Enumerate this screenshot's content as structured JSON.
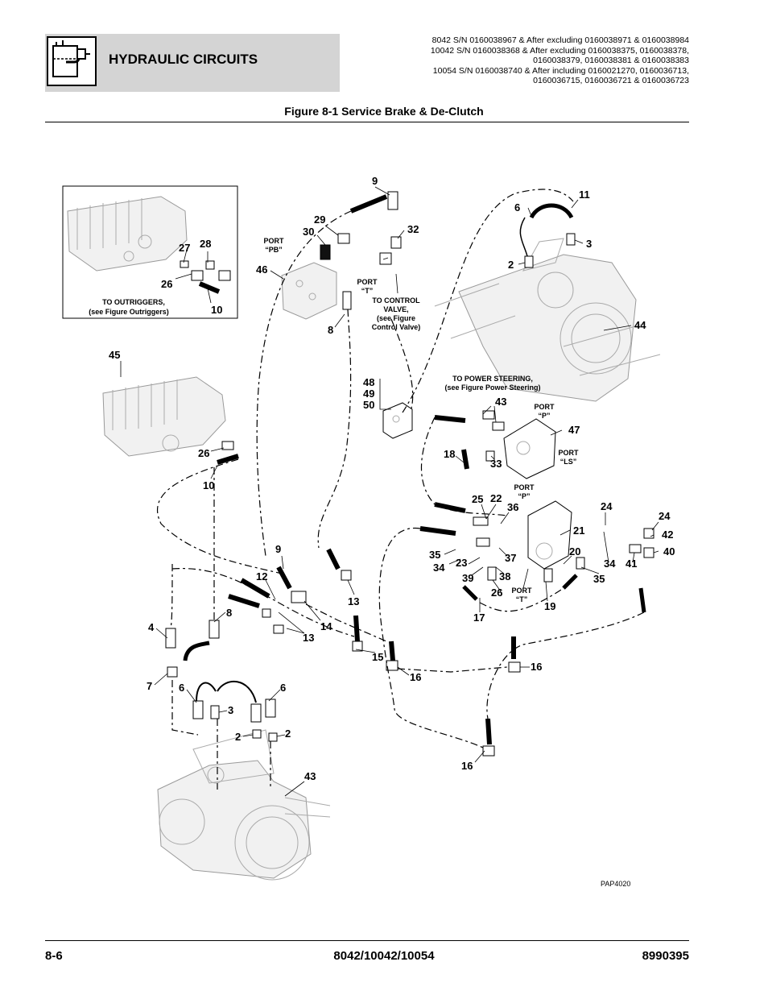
{
  "header": {
    "section_title": "HYDRAULIC CIRCUITS",
    "serial_lines": [
      "8042 S/N 0160038967 & After excluding 0160038971 & 0160038984",
      "10042 S/N 0160038368 & After excluding 0160038375, 0160038378,",
      "0160038379, 0160038381 & 0160038383",
      "10054 S/N 0160038740 & After including 0160021270, 0160036713,",
      "0160036715, 0160036721 & 0160036723"
    ]
  },
  "figure": {
    "title": "Figure 8-1 Service Brake & De-Clutch",
    "reference_code": "PAP4020"
  },
  "annotations": {
    "to_outriggers": [
      "TO OUTRIGGERS,",
      "(see Figure Outriggers)"
    ],
    "to_control_valve": [
      "TO CONTROL",
      "VALVE,",
      "(see Figure",
      "Control Valve)"
    ],
    "to_power_steering": [
      "TO POWER STEERING,",
      "(see Figure Power Steering)"
    ],
    "port_pb": [
      "PORT",
      "“PB”"
    ],
    "port_t_top": [
      "PORT",
      "“T”"
    ],
    "port_p_upper": [
      "PORT",
      "“P”"
    ],
    "port_ls": [
      "PORT",
      "“LS”"
    ],
    "port_p_lower": [
      "PORT",
      "“P”"
    ],
    "port_t_lower": [
      "PORT",
      "“T”"
    ]
  },
  "callouts": {
    "c9a": "9",
    "c11": "11",
    "c6a": "6",
    "c29": "29",
    "c30": "30",
    "c32": "32",
    "c3a": "3",
    "c2a": "2",
    "c46": "46",
    "c8a": "8",
    "c44": "44",
    "c27": "27",
    "c28": "28",
    "c26a": "26",
    "c10a": "10",
    "c45": "45",
    "c48": "48",
    "c49": "49",
    "c50": "50",
    "c43a": "43",
    "c47": "47",
    "c18": "18",
    "c33": "33",
    "c26b": "26",
    "c10b": "10",
    "c25": "25",
    "c22": "22",
    "c36": "36",
    "c24a": "24",
    "c24b": "24",
    "c42": "42",
    "c40": "40",
    "c21": "21",
    "c35a": "35",
    "c34a": "34",
    "c23": "23",
    "c37": "37",
    "c39": "39",
    "c38": "38",
    "c20": "20",
    "c34b": "34",
    "c41": "41",
    "c35b": "35",
    "c9b": "9",
    "c12": "12",
    "c13a": "13",
    "c14": "14",
    "c13b": "13",
    "c26c": "26",
    "c19": "19",
    "c17": "17",
    "c4": "4",
    "c8b": "8",
    "c15": "15",
    "c16a": "16",
    "c16b": "16",
    "c7": "7",
    "c6b": "6",
    "c6c": "6",
    "c3b": "3",
    "c2b": "2",
    "c2c": "2",
    "c43b": "43",
    "c16c": "16"
  },
  "footer": {
    "page_number": "8-6",
    "models": "8042/10042/10054",
    "doc_number": "8990395"
  }
}
